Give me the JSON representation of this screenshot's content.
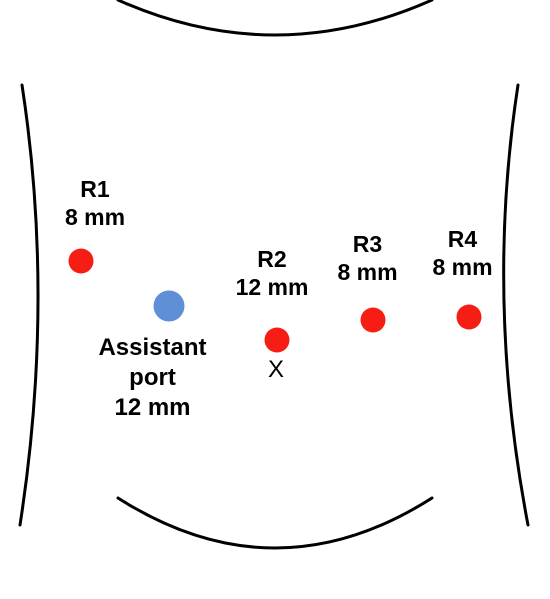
{
  "colors": {
    "robotic_port": "#f51d14",
    "assistant_port": "#5f8fd6",
    "outline": "#000000"
  },
  "ports": [
    {
      "id": "r1",
      "name": "R1",
      "size": "8 mm",
      "color": "#f51d14"
    },
    {
      "id": "r2",
      "name": "R2",
      "size": "12 mm",
      "color": "#f51d14"
    },
    {
      "id": "r3",
      "name": "R3",
      "size": "8 mm",
      "color": "#f51d14"
    },
    {
      "id": "r4",
      "name": "R4",
      "size": "8 mm",
      "color": "#f51d14"
    },
    {
      "id": "assistant",
      "name_line1": "Assistant",
      "name_line2": "port",
      "size": "12 mm",
      "color": "#5f8fd6"
    }
  ],
  "marker": {
    "label": "X"
  }
}
